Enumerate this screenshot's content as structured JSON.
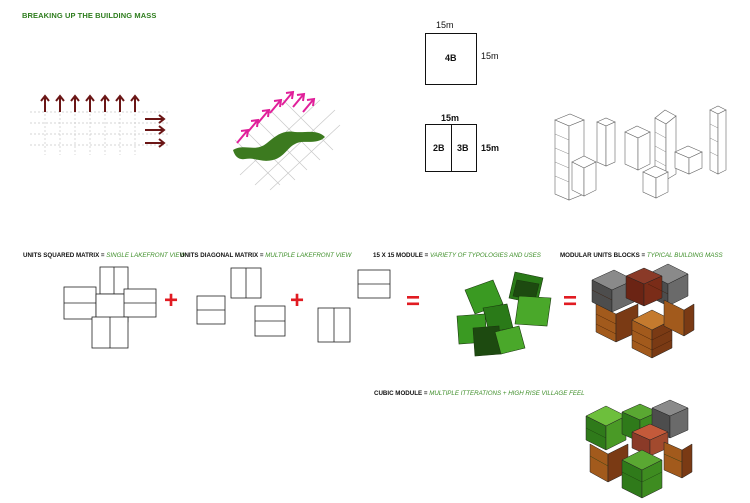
{
  "title": "BREAKING UP THE BUILDING MASS",
  "module_single": {
    "top_dim": "15m",
    "side_dim": "15m",
    "unit": "4B"
  },
  "module_double": {
    "top_dim": "15m",
    "side_dim": "15m",
    "left_unit": "2B",
    "right_unit": "3B"
  },
  "captions": {
    "squared": {
      "label": "UNITS SQUARED MATRIX",
      "eq": " = ",
      "desc": "SINGLE LAKEFRONT VIEW"
    },
    "diagonal": {
      "label": "UNITS DIAGONAL MATRIX",
      "eq": " = ",
      "desc": "MULTIPLE LAKEFRONT VIEW"
    },
    "module": {
      "label": "15 X 15 MODULE",
      "eq": " = ",
      "desc": "VARIETY OF TYPOLOGIES AND USES"
    },
    "blocks": {
      "label": "MODULAR UNITS BLOCKS",
      "eq": " = ",
      "desc": "TYPICAL BUILDING MASS"
    },
    "cubic": {
      "label": "CUBIC MODULE",
      "eq": " = ",
      "desc": "MULTIPLE  ITTERATIONS + HIGH RISE VILLAGE FEEL"
    }
  },
  "operators": {
    "plus": "+",
    "equals": "="
  },
  "colors": {
    "title_green": "#2e7d1e",
    "accent_red": "#e11b22",
    "arrow_brown": "#6b1616",
    "arrow_magenta": "#e0209a",
    "module_green": "#2f8a1e",
    "dark_green": "#1f4d12",
    "block_grey": "#555555",
    "block_brown": "#7a3a14",
    "block_orange": "#b8641f"
  }
}
